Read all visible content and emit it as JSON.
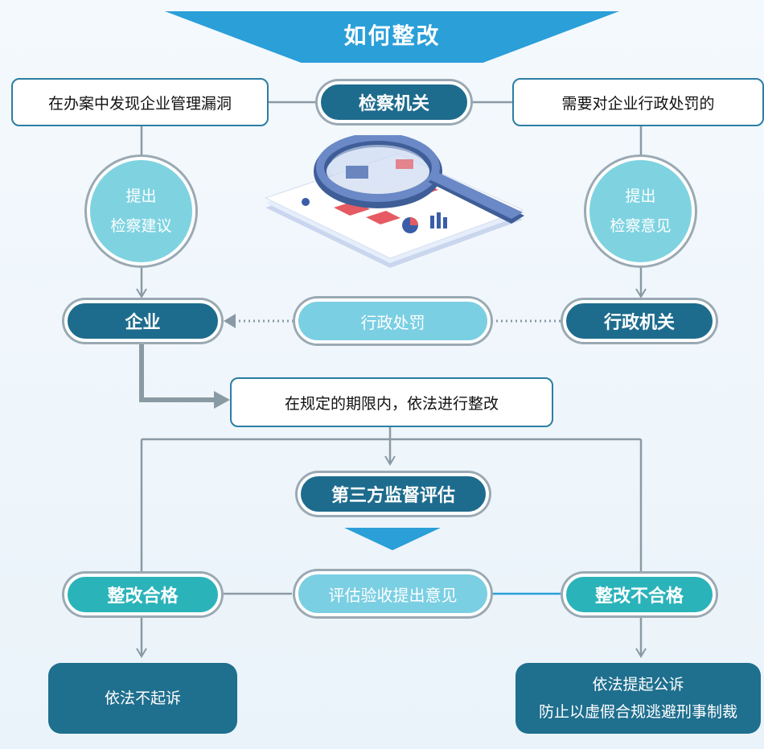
{
  "title": "如何整改",
  "nodes": {
    "discover": "在办案中发现企业管理漏洞",
    "procuratorate": "检察机关",
    "penalty_need": "需要对企业行政处罚的",
    "left_circle": [
      "提出",
      "检察建议"
    ],
    "right_circle": [
      "提出",
      "检察意见"
    ],
    "enterprise": "企业",
    "admin_penalty": "行政处罚",
    "admin_agency": "行政机关",
    "rectify": "在规定的期限内，依法进行整改",
    "third_party": "第三方监督评估",
    "qualified": "整改合格",
    "evaluate": "评估验收提出意见",
    "unqualified": "整改不合格",
    "no_prosecution": "依法不起诉",
    "prosecution": [
      "依法提起公诉",
      "防止以虚假合规逃避刑事制裁"
    ]
  },
  "colors": {
    "banner": "#2a9fd8",
    "dark": "#1e6c8d",
    "teal": "#2bb3ba",
    "light": "#7bcfe3",
    "connector": "#8a9aa4"
  },
  "icons": {
    "illustration": "magnifier-report-icon"
  }
}
